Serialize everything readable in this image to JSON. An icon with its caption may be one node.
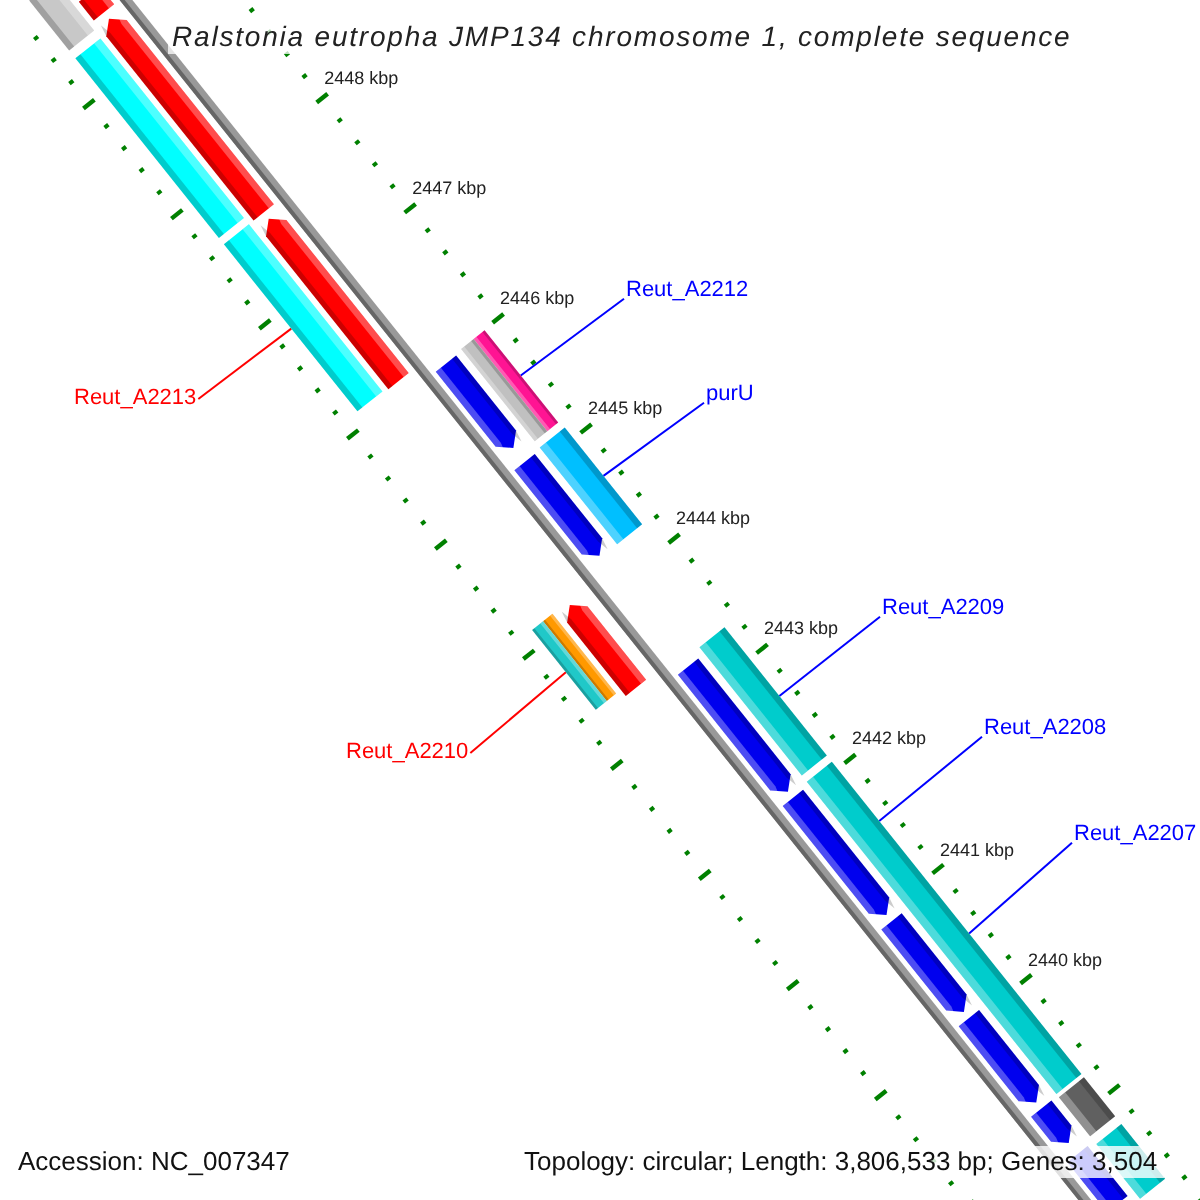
{
  "diagram": {
    "title": "Ralstonia eutropha JMP134 chromosome 1, complete sequence",
    "nodes": [
      {
        "text": [
          "Reut_A2212"
        ]
      },
      {
        "text": [
          "Reut_A2213"
        ]
      },
      {
        "text": [
          "purU"
        ]
      },
      {
        "text": [
          "Reut_A2209"
        ]
      },
      {
        "text": [
          "Reut_A2208"
        ]
      },
      {
        "text": [
          "Reut_A2210"
        ]
      },
      {
        "text": [
          "Reut_A2207"
        ]
      },
      {
        "text": [],
        "shape": "bar"
      },
      {
        "text": [],
        "shape": "bar"
      },
      {
        "text": [],
        "shape": "bar"
      },
      {
        "text": [],
        "shape": "bar"
      },
      {
        "text": [],
        "shape": "bar"
      },
      {
        "text": [],
        "shape": "bar"
      },
      {
        "text": [],
        "shape": "bar"
      },
      {
        "text": [],
        "shape": "bar"
      },
      {
        "text": [],
        "shape": "bar"
      },
      {
        "text": [],
        "shape": "bar"
      },
      {
        "text": [],
        "shape": "bar"
      },
      {
        "text": [],
        "shape": "bar"
      },
      {
        "text": [],
        "shape": "bar"
      },
      {
        "text": [],
        "shape": "bar"
      },
      {
        "text": [],
        "shape": "bar"
      },
      {
        "text": [],
        "shape": "bar"
      },
      {
        "text": [],
        "shape": "bar"
      },
      {
        "text": [],
        "shape": "bar"
      },
      {
        "text": [],
        "shape": "bar"
      },
      {
        "text": [],
        "shape": "bar"
      },
      {
        "text": [],
        "shape": "bar"
      },
      {
        "text": [],
        "shape": "bar"
      },
      {
        "text": [],
        "shape": "bar"
      },
      {
        "text": [],
        "shape": "bar"
      }
    ],
    "edges": [
      {
        "from": 0,
        "to": 13,
        "arrow": "none"
      },
      {
        "from": 1,
        "to": 12,
        "arrow": "none",
        "color": "#ff0000"
      },
      {
        "from": 2,
        "to": 16,
        "arrow": "none"
      },
      {
        "from": 3,
        "to": 21,
        "arrow": "none"
      },
      {
        "from": 4,
        "to": 23,
        "arrow": "none"
      },
      {
        "from": 5,
        "to": 20,
        "arrow": "none",
        "color": "#ff0000"
      },
      {
        "from": 6,
        "to": 23,
        "arrow": "none"
      }
    ],
    "labels": [
      "2448 kbp",
      "2447 kbp",
      "2446 kbp",
      "2445 kbp",
      "2444 kbp",
      "2443 kbp",
      "2442 kbp",
      "2441 kbp",
      "2440 kbp",
      "Accession: NC_007347",
      "Topology: circular; Length: 3,806,533 bp; Genes: 3,504"
    ]
  }
}
